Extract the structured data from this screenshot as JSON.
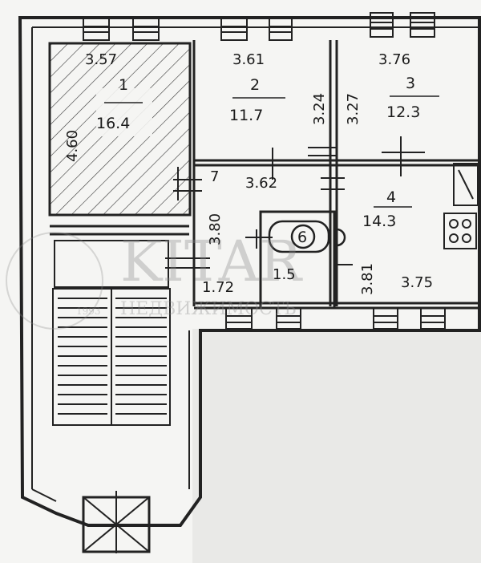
{
  "rooms": [
    {
      "number": "1",
      "area": "16.4"
    },
    {
      "number": "2",
      "area": "11.7"
    },
    {
      "number": "3",
      "area": "12.3"
    },
    {
      "number": "4",
      "area": "14.3"
    },
    {
      "number": "6",
      "area": ""
    }
  ],
  "dimensions": {
    "room1_top": "3.57",
    "room1_side": "4.60",
    "room2_top": "3.61",
    "room2_side": "3.24",
    "room3_top": "3.76",
    "room3_side": "3.27",
    "hall_width": "3.62",
    "hall_height": "3.80",
    "hall_corner": "7",
    "entry_width": "1.72",
    "bath_width": "1.5",
    "room4_side": "3.81",
    "room4_bottom": "3.75"
  },
  "watermark": {
    "text_top": "KITAR",
    "text_bottom": "НЕДВИЖИМОСТЬ",
    "year": "1993"
  }
}
